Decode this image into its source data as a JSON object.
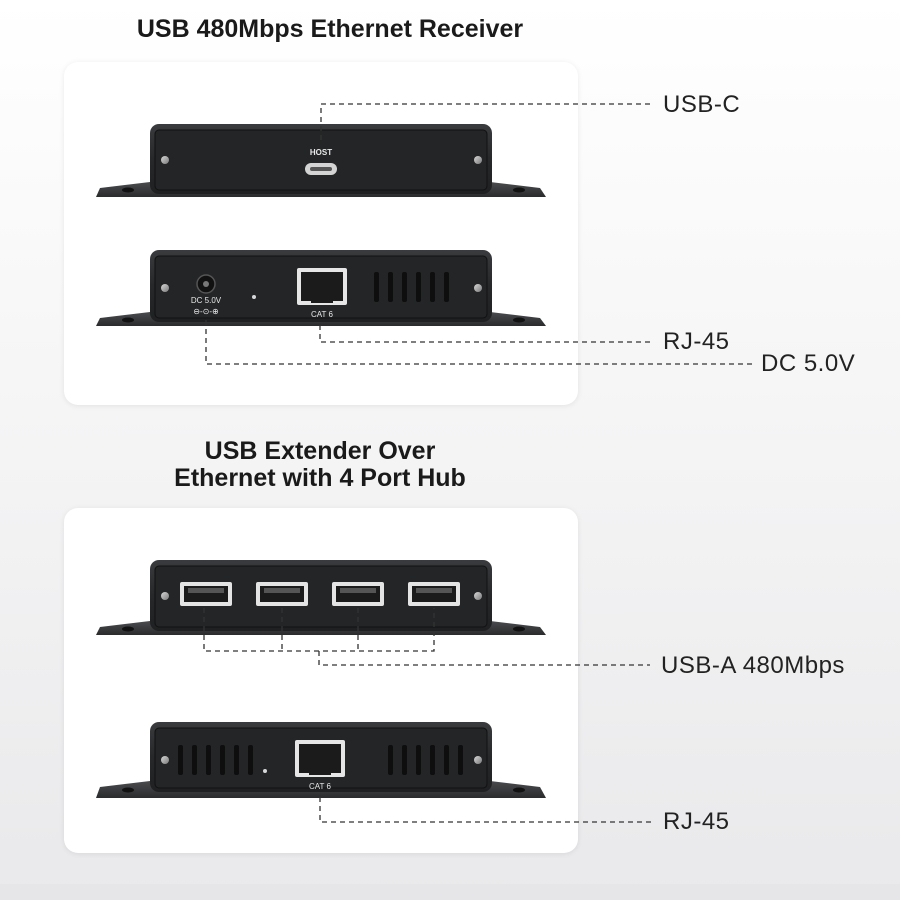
{
  "receiver": {
    "title": "USB 480Mbps Ethernet Receiver",
    "port_labels": {
      "host": "HOST",
      "dc": "DC 5.0V",
      "cat": "CAT 6"
    },
    "callouts": {
      "usb_c": "USB-C",
      "rj45": "RJ-45",
      "dc": "DC 5.0V"
    }
  },
  "extender": {
    "title_line1": "USB Extender Over",
    "title_line2": "Ethernet with 4 Port Hub",
    "port_labels": {
      "cat": "CAT 6"
    },
    "callouts": {
      "usb_a": "USB-A 480Mbps",
      "rj45": "RJ-45"
    }
  },
  "colors": {
    "device_body": "#2b2c2e",
    "bracket": "#333436",
    "leader_line": "#333333"
  }
}
